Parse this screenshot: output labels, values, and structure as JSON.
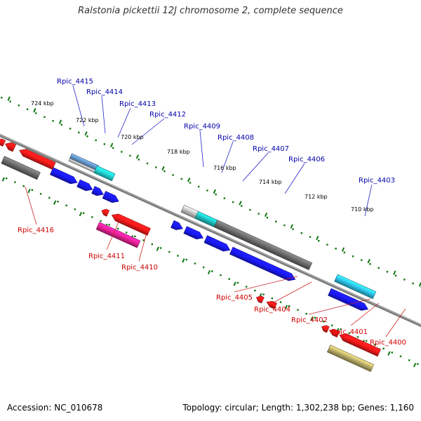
{
  "title": "Ralstonia pickettii 12J chromosome 2, complete sequence",
  "footer": {
    "accession": "Accession: NC_010678",
    "summary": "Topology: circular; Length: 1,302,238 bp; Genes: 1,160"
  },
  "colors": {
    "blue": "#1a1aff",
    "red": "#ff1a1a",
    "gray": "#6e6e6e",
    "lightgray": "#c8c8c8",
    "cyan": "#22dddd",
    "teal": "#1fc8c8",
    "steel": "#5f8fbf",
    "pink": "#ee2299",
    "olive": "#bdb06a",
    "skyblue": "#2ec8ee",
    "fwd_label": "#0000aa",
    "rev_label": "#cc0000",
    "tick": "#117711"
  },
  "scale_labels": [
    "724 kbp",
    "722 kbp",
    "720 kbp",
    "718 kbp",
    "716 kbp",
    "714 kbp",
    "712 kbp",
    "710 kbp"
  ],
  "forward_labels": [
    "Rpic_4415",
    "Rpic_4414",
    "Rpic_4413",
    "Rpic_4412",
    "Rpic_4409",
    "Rpic_4408",
    "Rpic_4407",
    "Rpic_4406",
    "Rpic_4403"
  ],
  "reverse_labels": [
    "Rpic_4416",
    "Rpic_4411",
    "Rpic_4410",
    "Rpic_4405",
    "Rpic_4404",
    "Rpic_4402",
    "Rpic_4401",
    "Rpic_4400"
  ]
}
